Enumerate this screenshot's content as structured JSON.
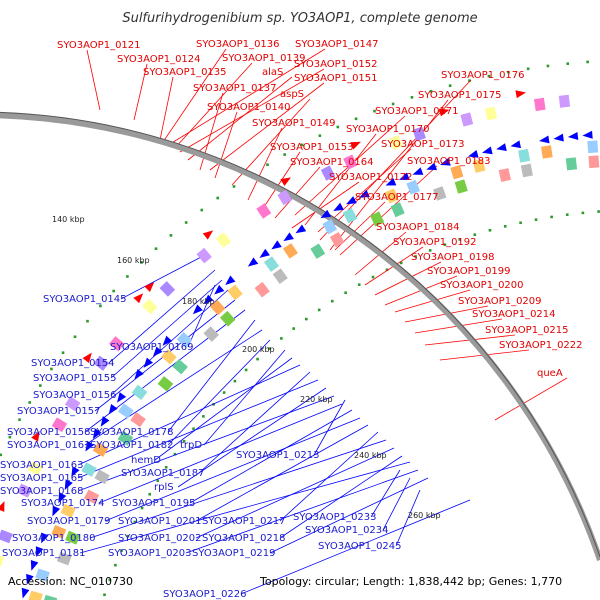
{
  "title": "Sulfurihydrogenibium sp. YO3AOP1, complete genome",
  "footer": {
    "accession": "Accession: NC_010730",
    "stats": "Topology: circular; Length: 1,838,442 bp; Genes: 1,770"
  },
  "ticks": [
    "140 kbp",
    "160 kbp",
    "180 kbp",
    "200 kbp",
    "220 kbp",
    "240 kbp",
    "260 kbp"
  ],
  "red_labels": [
    "SYO3AOP1_0121",
    "SYO3AOP1_0136",
    "SYO3AOP1_0147",
    "SYO3AOP1_0124",
    "SYO3AOP1_0139",
    "SYO3AOP1_0152",
    "SYO3AOP1_0135",
    "alaS",
    "SYO3AOP1_0151",
    "SYO3AOP1_0176",
    "SYO3AOP1_0137",
    "aspS",
    "SYO3AOP1_0175",
    "SYO3AOP1_0140",
    "SYO3AOP1_0171",
    "SYO3AOP1_0149",
    "SYO3AOP1_0170",
    "SYO3AOP1_0153",
    "SYO3AOP1_0173",
    "SYO3AOP1_0164",
    "SYO3AOP1_0183",
    "SYO3AOP1_0172",
    "SYO3AOP1_0177",
    "SYO3AOP1_0184",
    "SYO3AOP1_0192",
    "SYO3AOP1_0198",
    "SYO3AOP1_0199",
    "SYO3AOP1_0200",
    "SYO3AOP1_0209",
    "SYO3AOP1_0214",
    "SYO3AOP1_0215",
    "SYO3AOP1_0222",
    "queA"
  ],
  "blue_labels": [
    "SYO3AOP1_0145",
    "SYO3AOP1_0169",
    "SYO3AOP1_0154",
    "SYO3AOP1_0155",
    "SYO3AOP1_0156",
    "SYO3AOP1_0157",
    "SYO3AOP1_0158",
    "SYO3AOP1_0178",
    "SYO3AOP1_0161",
    "SYO3AOP1_0182",
    "trpD",
    "hemD",
    "SYO3AOP1_0163",
    "SYO3AOP1_0187",
    "SYO3AOP1_0213",
    "SYO3AOP1_0165",
    "rplS",
    "SYO3AOP1_0168",
    "SYO3AOP1_0174",
    "SYO3AOP1_0195",
    "SYO3AOP1_0233",
    "SYO3AOP1_0179",
    "SYO3AOP1_0201",
    "SYO3AOP1_0217",
    "SYO3AOP1_0234",
    "SYO3AOP1_0180",
    "SYO3AOP1_0202",
    "SYO3AOP1_0218",
    "SYO3AOP1_0245",
    "SYO3AOP1_0181",
    "SYO3AOP1_0203",
    "SYO3AOP1_0219",
    "SYO3AOP1_0226"
  ],
  "colors": {
    "forward_strand": "#ff0000",
    "reverse_strand": "#0000ff",
    "backbone": "#888888",
    "gc_dots": "#2a9a2a"
  }
}
